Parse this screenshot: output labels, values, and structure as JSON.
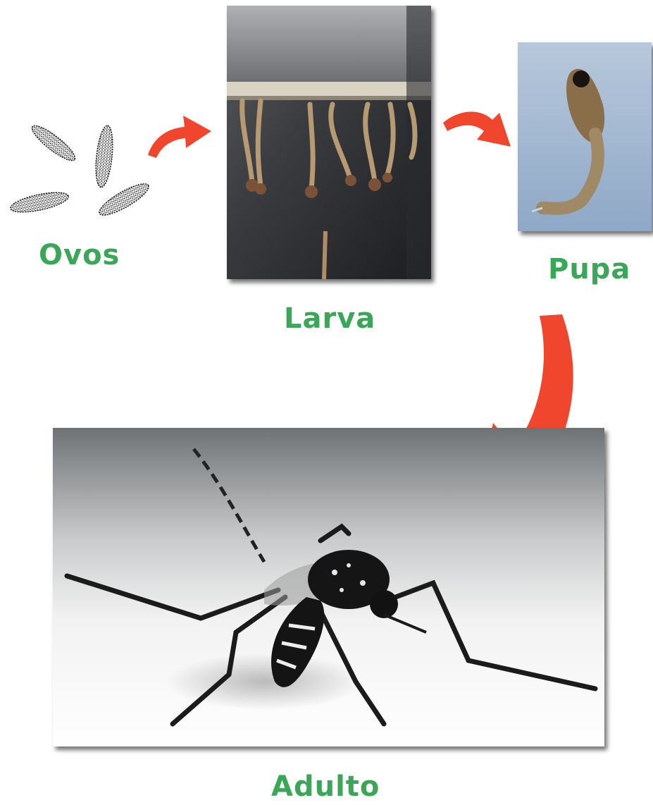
{
  "stages": {
    "eggs": {
      "label": "Ovos"
    },
    "larva": {
      "label": "Larva"
    },
    "pupa": {
      "label": "Pupa"
    },
    "adult": {
      "label": "Adulto"
    }
  },
  "colors": {
    "label": "#3aa657",
    "arrow": "#f0462e"
  }
}
